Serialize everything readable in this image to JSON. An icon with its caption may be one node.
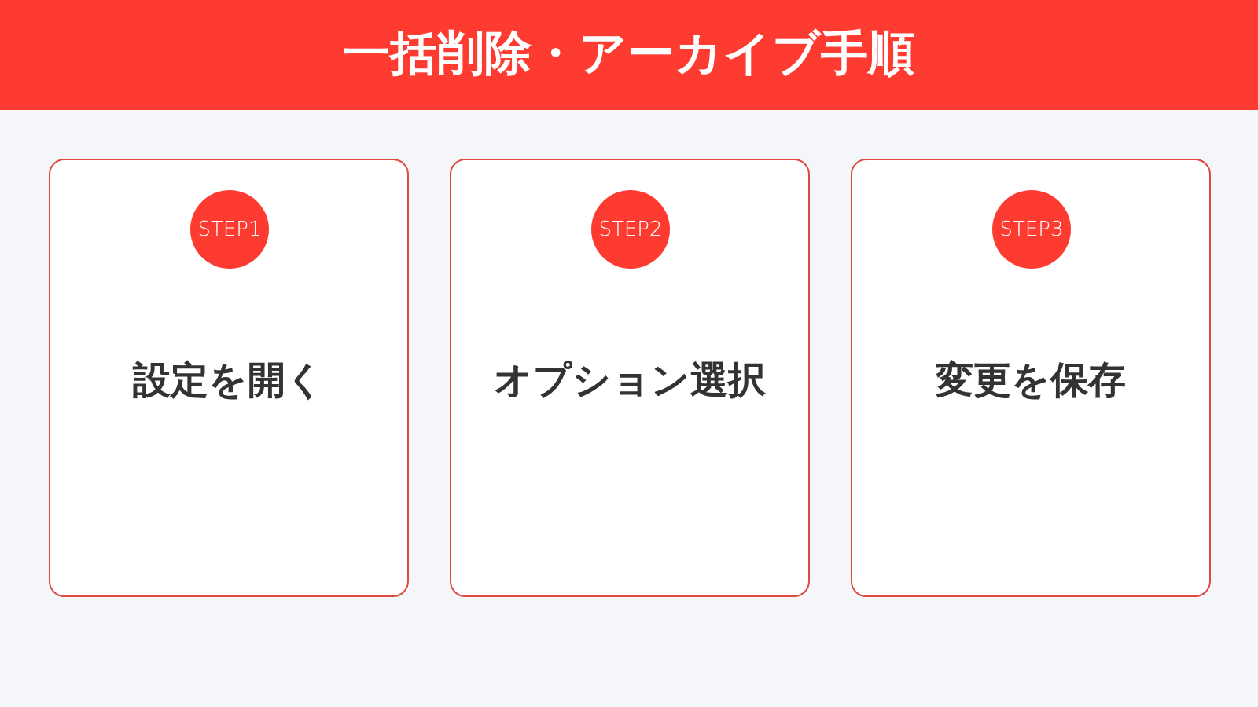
{
  "diagram": {
    "title": "一括削除・アーカイブ手順",
    "nodes": [
      {
        "text": [
          "設定を開く"
        ]
      },
      {
        "text": [
          "STEP1"
        ],
        "in": 0
      },
      {
        "text": [
          "オプション選択"
        ]
      },
      {
        "text": [
          "STEP2"
        ],
        "in": 2
      },
      {
        "text": [
          "変更を保存"
        ]
      },
      {
        "text": [
          "STEP3"
        ],
        "in": 4
      }
    ]
  }
}
